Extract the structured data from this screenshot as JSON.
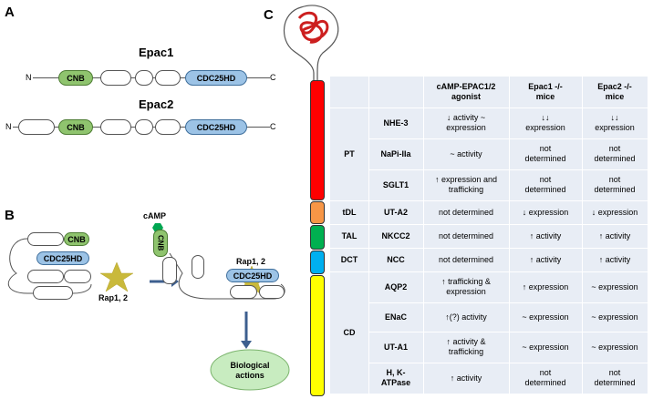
{
  "panels": {
    "a": "A",
    "b": "B",
    "c": "C"
  },
  "panel_a": {
    "epac1_title": "Epac1",
    "epac2_title": "Epac2",
    "n_label": "N",
    "c_label": "C",
    "cnb_label": "CNB",
    "cdc_label": "CDC25HD"
  },
  "panel_b": {
    "cnb_label": "CNB",
    "cdc_label": "CDC25HD",
    "rap_label_1": "Rap1, 2",
    "rap_label_2": "Rap1, 2",
    "camp_label": "cAMP",
    "bio_label": "Biological actions"
  },
  "panel_c": {
    "headers": [
      "cAMP-EPAC1/2 agonist",
      "Epac1 -/- mice",
      "Epac2 -/- mice"
    ],
    "segments": [
      {
        "label": "PT",
        "color": "#ff0000"
      },
      {
        "label": "tDL",
        "color": "#f79646"
      },
      {
        "label": "TAL",
        "color": "#00b050"
      },
      {
        "label": "DCT",
        "color": "#00b0f0"
      },
      {
        "label": "CD",
        "color": "#ffff00"
      }
    ],
    "rows": [
      {
        "name": "NHE-3",
        "agonist": "↓ activity ~ expression",
        "epac1": "↓↓ expression",
        "epac2": "↓↓ expression"
      },
      {
        "name": "NaPi-IIa",
        "agonist": "~ activity",
        "epac1": "not determined",
        "epac2": "not determined"
      },
      {
        "name": "SGLT1",
        "agonist": "↑ expression and trafficking",
        "epac1": "not determined",
        "epac2": "not determined"
      },
      {
        "name": "UT-A2",
        "agonist": "not determined",
        "epac1": "↓ expression",
        "epac2": "↓ expression"
      },
      {
        "name": "NKCC2",
        "agonist": "not determined",
        "epac1": "↑ activity",
        "epac2": "↑ activity"
      },
      {
        "name": "NCC",
        "agonist": "not determined",
        "epac1": "↑ activity",
        "epac2": "↑ activity"
      },
      {
        "name": "AQP2",
        "agonist": "↑ trafficking & expression",
        "epac1": "↑ expression",
        "epac2": "~ expression"
      },
      {
        "name": "ENaC",
        "agonist": "↑(?) activity",
        "epac1": "~ expression",
        "epac2": "~ expression"
      },
      {
        "name": "UT-A1",
        "agonist": "↑ activity & trafficking",
        "epac1": "~ expression",
        "epac2": "~ expression"
      },
      {
        "name": "H, K-ATPase",
        "agonist": "↑ activity",
        "epac1": "not determined",
        "epac2": "not determined"
      }
    ]
  },
  "colors": {
    "cnb": "#8fc46e",
    "cdc": "#9cc3e6",
    "star": "#c9b93b",
    "arrow": "#3d5f8f",
    "ellipse": "#c8ecc0",
    "glomerulus": "#cc1f1f",
    "table_bg": "#e8edf5"
  }
}
